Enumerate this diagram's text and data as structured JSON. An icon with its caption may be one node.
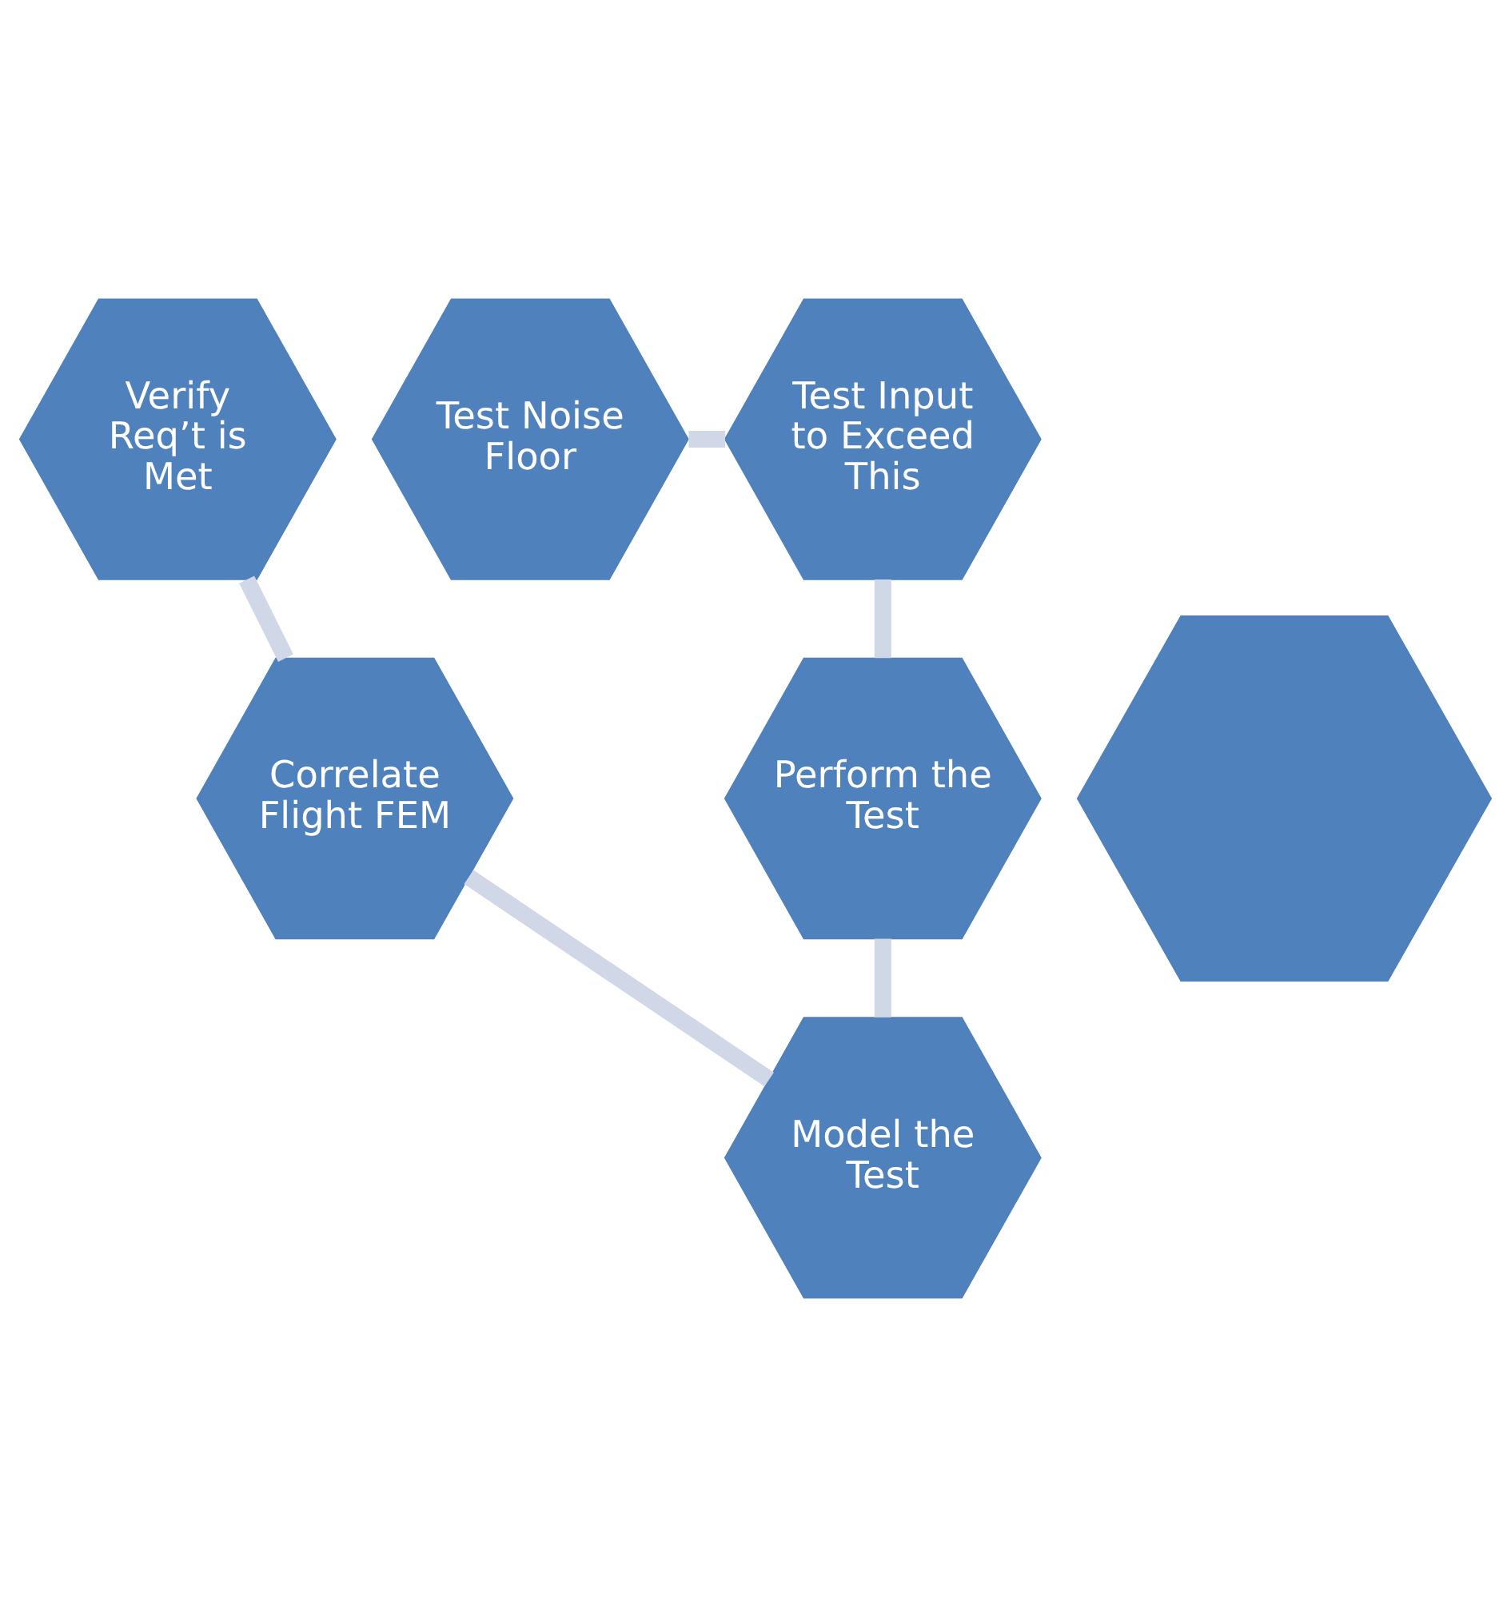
{
  "diagram": {
    "nodes": [
      {
        "text": [
          "Verify Req’t is Met"
        ]
      },
      {
        "text": [
          "Test Noise Floor"
        ]
      },
      {
        "text": [
          "Test Input to Exceed This"
        ]
      },
      {
        "text": [
          "Correlate Flight FEM"
        ]
      },
      {
        "text": [],
        "shape": "hexagon"
      },
      {
        "text": [
          "Perform the Test"
        ]
      },
      {
        "text": [
          "Model the Test"
        ]
      }
    ],
    "edges": [
      {
        "from": 1,
        "to": 2,
        "arrow": "none"
      },
      {
        "from": 2,
        "to": 5,
        "arrow": "none"
      },
      {
        "from": 5,
        "to": 6,
        "arrow": "none"
      },
      {
        "from": 6,
        "to": 3,
        "arrow": "none"
      },
      {
        "from": 3,
        "to": 0,
        "arrow": "none"
      }
    ]
  }
}
